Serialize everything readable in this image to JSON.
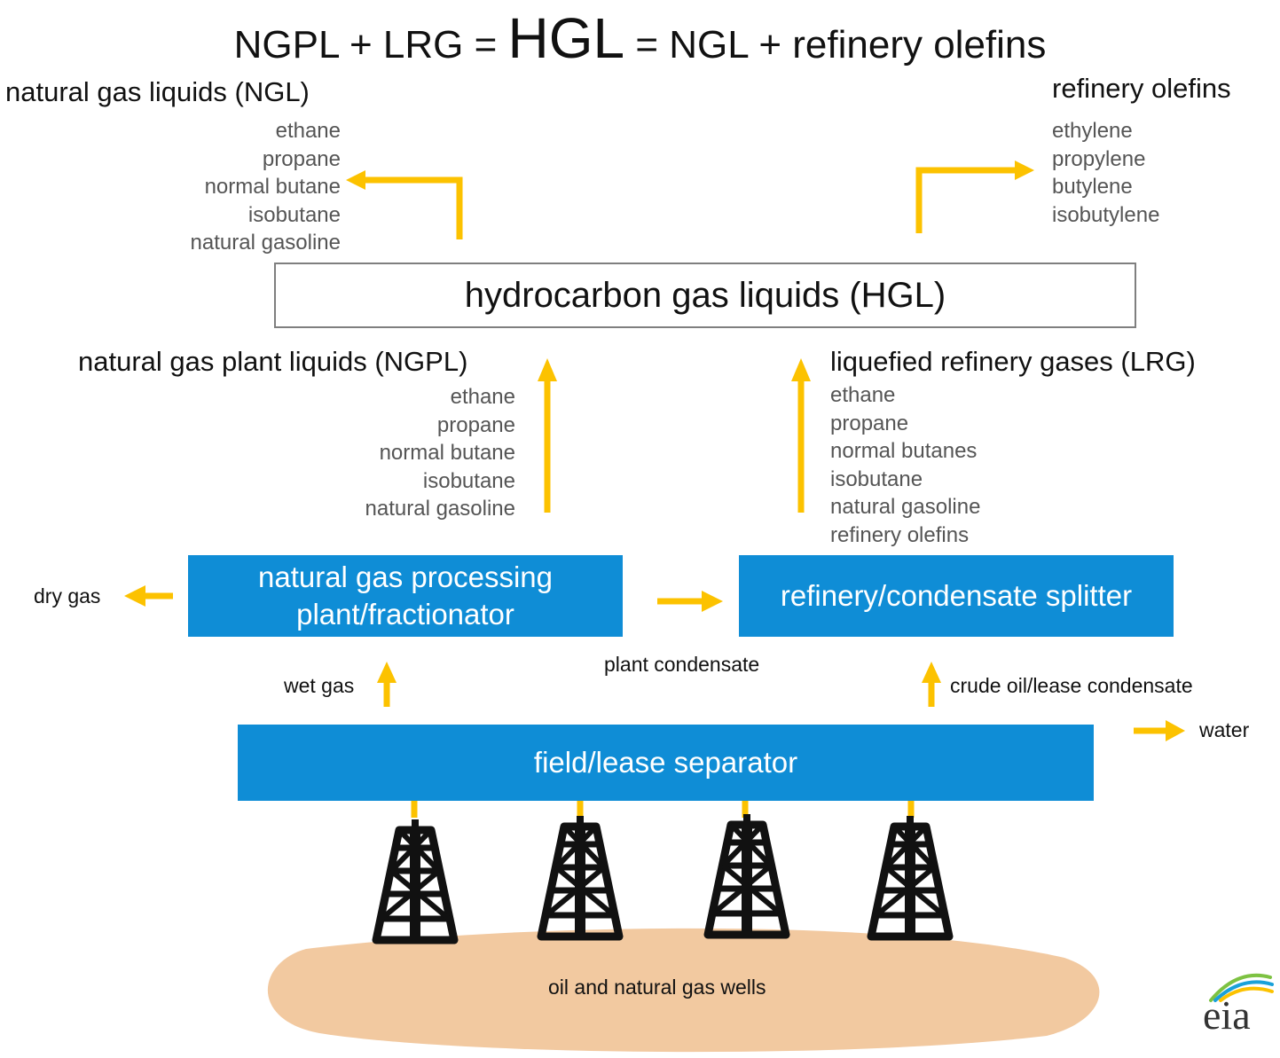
{
  "title": {
    "left": "NGPL + LRG = ",
    "center": "HGL",
    "right": " = NGL + refinery olefins"
  },
  "ngl": {
    "heading": "natural  gas liquids (NGL)",
    "items": [
      "ethane",
      "propane",
      "normal butane",
      "isobutane",
      "natural gasoline"
    ]
  },
  "olefins": {
    "heading": "refinery olefins",
    "items": [
      "ethylene",
      "propylene",
      "butylene",
      "isobutylene"
    ]
  },
  "hgl_box": {
    "label": "hydrocarbon gas liquids (HGL)"
  },
  "ngpl": {
    "heading": "natural  gas plant liquids (NGPL)",
    "items": [
      "ethane",
      "propane",
      "normal butane",
      "isobutane",
      "natural gasoline"
    ]
  },
  "lrg": {
    "heading": "liquefied refinery gases (LRG)",
    "items": [
      "ethane",
      "propane",
      "normal butanes",
      "isobutane",
      "natural gasoline",
      "refinery olefins"
    ]
  },
  "processing_plant": {
    "line1": "natural  gas processing",
    "line2": "plant/fractionator"
  },
  "splitter": {
    "label": "refinery/condensate splitter"
  },
  "separator": {
    "label": "field/lease separator"
  },
  "flows": {
    "dry_gas": "dry gas",
    "wet_gas": "wet gas",
    "plant_condensate": "plant condensate",
    "crude_oil": "crude oil/lease condensate",
    "water": "water"
  },
  "wells": {
    "label": "oil and natural gas wells"
  },
  "logo": {
    "text": "eia"
  },
  "colors": {
    "arrow": "#fcc200",
    "box_blue": "#0f8dd6",
    "ground": "#f2c9a0",
    "list_gray": "#555555"
  }
}
